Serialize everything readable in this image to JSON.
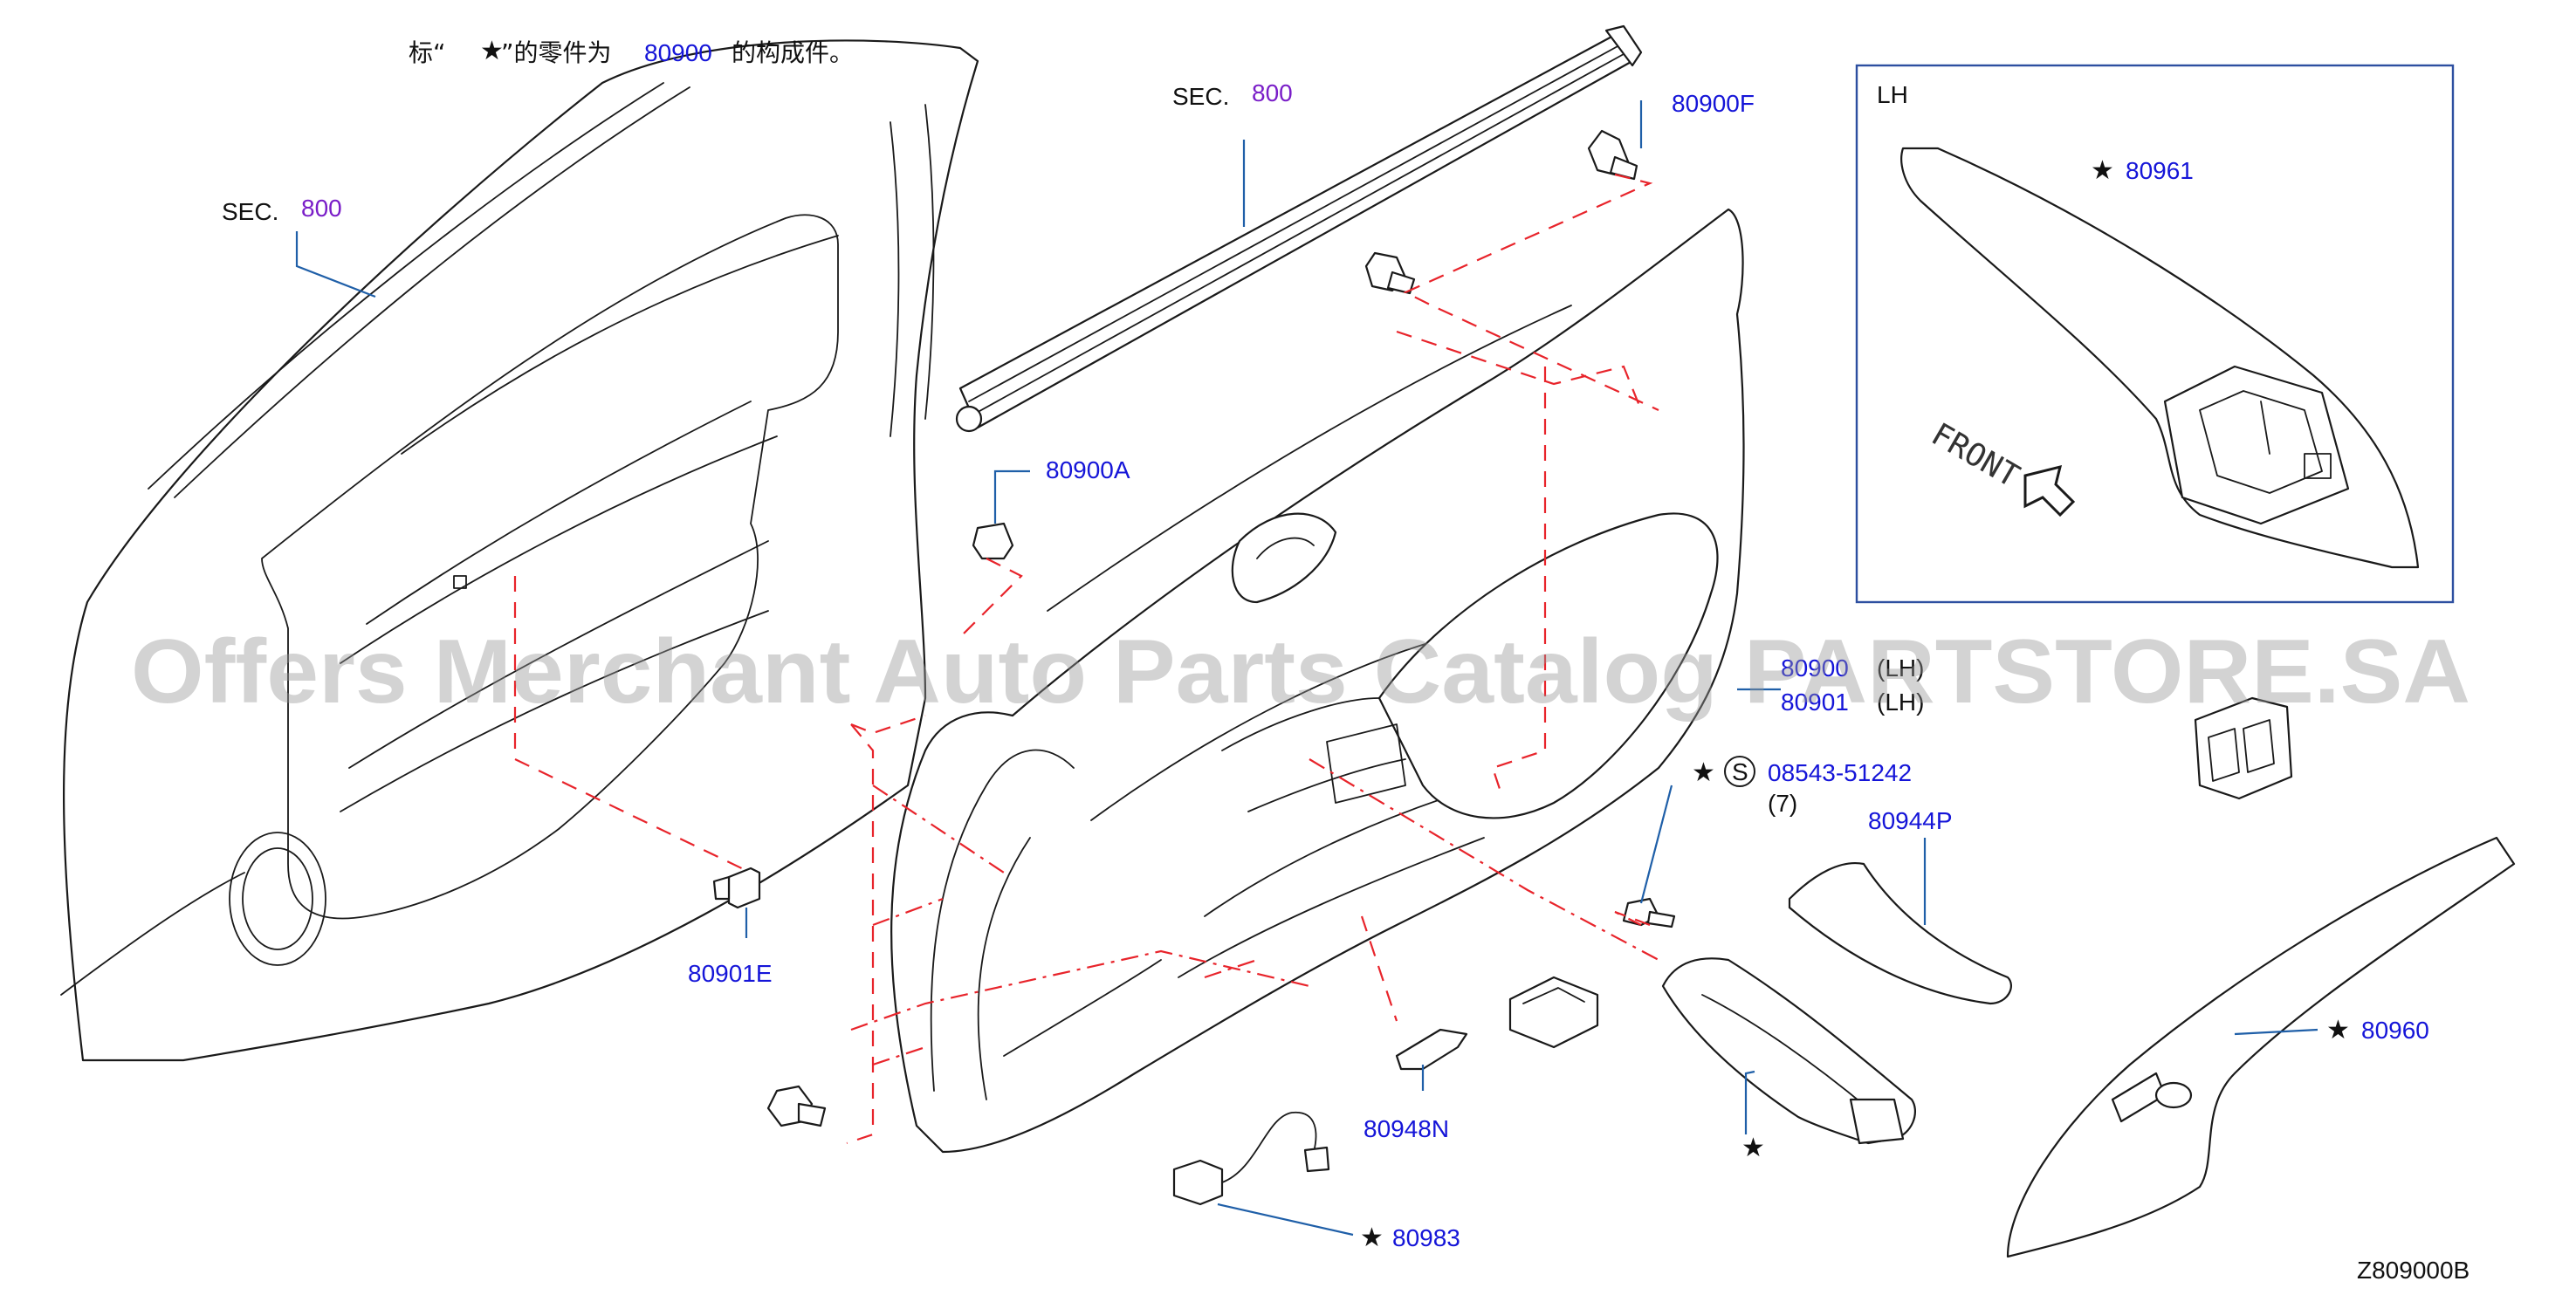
{
  "header_note": {
    "prefix": "标“",
    "star": "★",
    "middle": "”的零件为",
    "part": "80900",
    "suffix": "的构成件。"
  },
  "watermark": "Offers Merchant Auto Parts Catalog PARTSTORE.SA",
  "diagram_code": "Z809000B",
  "front_label": "FRONT",
  "inset_label": "LH",
  "sections": [
    {
      "prefix": "SEC.",
      "number": "800"
    },
    {
      "prefix": "SEC.",
      "number": "800"
    }
  ],
  "parts": {
    "p80900F": "80900F",
    "p80900A": "80900A",
    "p80901E": "80901E",
    "p80948N": "80948N",
    "p80983": "80983",
    "p80944P": "80944P",
    "p80960": "80960",
    "p80961": "80961",
    "p80900": "80900",
    "p80900_side": "(LH)",
    "p80901": "80901",
    "p80901_side": "(LH)",
    "bolt_s": "S",
    "bolt_number": "08543-51242",
    "bolt_qty": "(7)",
    "star": "★"
  },
  "colors": {
    "part_number": "#1515d8",
    "section_number": "#7a1ec8",
    "dash_line": "#e8242b",
    "leader_line": "#1f5fa8",
    "inset_border": "#2d4fa0"
  }
}
